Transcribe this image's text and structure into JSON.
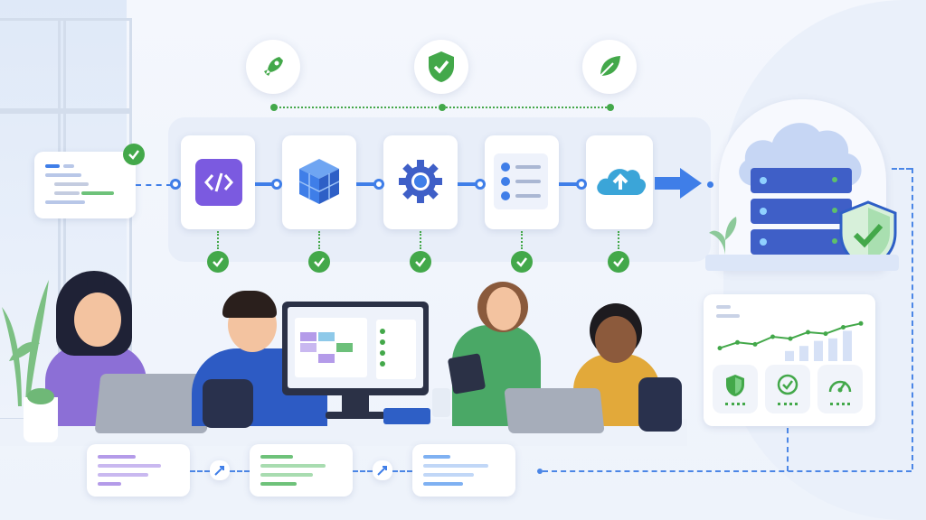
{
  "icons": {
    "top": [
      "rocket-icon",
      "shield-check-icon",
      "leaf-icon"
    ],
    "stages": [
      "code-icon",
      "cube-icon",
      "gear-icon",
      "checklist-icon",
      "cloud-upload-icon"
    ],
    "metrics": [
      "shield-icon",
      "check-circle-icon",
      "gauge-icon"
    ]
  },
  "colors": {
    "accent": "#3f7ee8",
    "success": "#43a84a",
    "code_purple": "#7b5ae0",
    "server_blue": "#3f5fc7"
  },
  "chart_data": {
    "type": "line",
    "series": [
      {
        "values": [
          0.2,
          0.35,
          0.3,
          0.5,
          0.45,
          0.62,
          0.58,
          0.75,
          0.85
        ]
      }
    ],
    "bars": [
      0.2,
      0.3,
      0.4,
      0.45,
      0.6
    ]
  }
}
